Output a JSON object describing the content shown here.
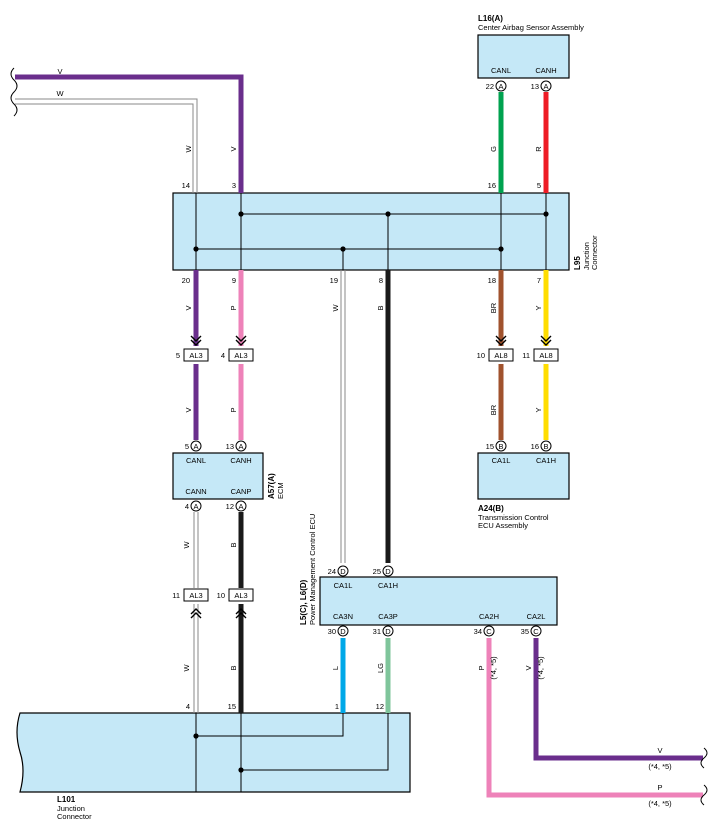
{
  "components": {
    "l16": {
      "ref": "L16(A)",
      "name": "Center Airbag Sensor Assembly",
      "canl": "CANL",
      "canh": "CANH"
    },
    "l95": {
      "ref": "L95",
      "name1": "Junction",
      "name2": "Connector"
    },
    "a57": {
      "ref": "A57(A)",
      "name": "ECM",
      "canl": "CANL",
      "canh": "CANH",
      "cann": "CANN",
      "canp": "CANP"
    },
    "a24": {
      "ref": "A24(B)",
      "name1": "Transmission Control",
      "name2": "ECU Assembly",
      "ca1l": "CA1L",
      "ca1h": "CA1H"
    },
    "l5": {
      "ref": "L5(C), L6(D)",
      "name": "Power Management Control ECU",
      "ca1l": "CA1L",
      "ca1h": "CA1H",
      "ca3n": "CA3N",
      "ca3p": "CA3P",
      "ca2h": "CA2H",
      "ca2l": "CA2L"
    },
    "l101": {
      "ref": "L101",
      "name1": "Junction",
      "name2": "Connector"
    }
  },
  "pins": {
    "l16_22": "22",
    "l16_13": "13",
    "l95_14": "14",
    "l95_3": "3",
    "l95_16": "16",
    "l95_5": "5",
    "l95_20": "20",
    "l95_9": "9",
    "l95_19": "19",
    "l95_8": "8",
    "l95_18": "18",
    "l95_7": "7",
    "al3_5": "5",
    "al3_4": "4",
    "al8_10": "10",
    "al8_11": "11",
    "a57_5": "5",
    "a57_13": "13",
    "a57_4": "4",
    "a57_12": "12",
    "a24_15": "15",
    "a24_16": "16",
    "al3_11": "11",
    "al3_10": "10",
    "l5_24": "24",
    "l5_25": "25",
    "l5_30": "30",
    "l5_31": "31",
    "l5_34": "34",
    "l5_35": "35",
    "l101_4": "4",
    "l101_15": "15",
    "l101_1": "1",
    "l101_12": "12"
  },
  "pin_letters": {
    "a": "A",
    "b": "B",
    "c": "C",
    "d": "D"
  },
  "connectors": {
    "al3": "AL3",
    "al8": "AL8"
  },
  "wire_labels": {
    "top_v": "V",
    "top_w": "W",
    "w": "W",
    "v": "V",
    "g": "G",
    "r": "R",
    "p": "P",
    "b": "B",
    "br": "BR",
    "y": "Y",
    "l": "L",
    "lg": "LG",
    "right_v": "V",
    "right_p": "P",
    "note": "(*4, *5)"
  },
  "colors": {
    "V": "#6a2e8c",
    "W": "#888888",
    "G": "#00a24f",
    "R": "#ee1c25",
    "P": "#ee82b9",
    "B": "#1a1a1a",
    "BR": "#a0522d",
    "Y": "#ffdd00",
    "L": "#00a8e8",
    "LG": "#7fc59b",
    "box": "#c5e8f7"
  }
}
